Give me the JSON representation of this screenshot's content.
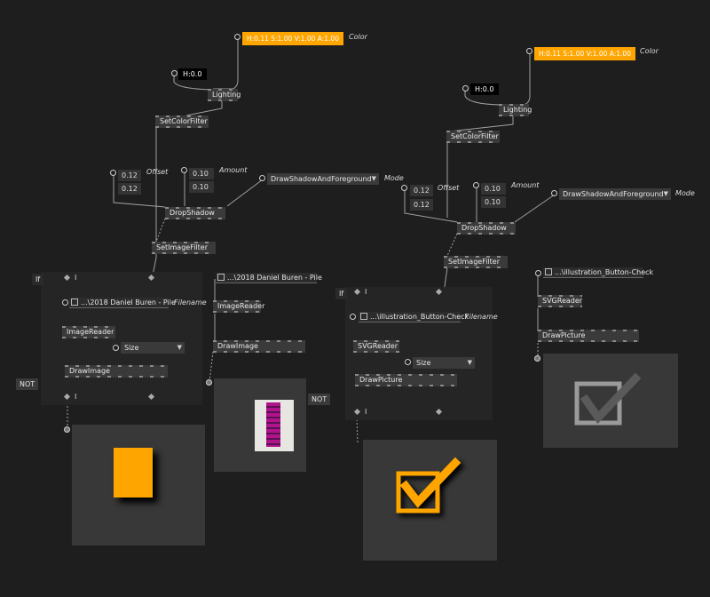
{
  "left": {
    "color_value": "H:0.11 S:1.00 V:1.00 A:1.00",
    "color_label": "Color",
    "hue_value": "H:0.0",
    "lighting": "Lighting",
    "setcolorfilter": "SetColorFilter",
    "offset_x": "0.12",
    "offset_y": "0.12",
    "offset_label": "Offset",
    "amount_x": "0.10",
    "amount_y": "0.10",
    "amount_label": "Amount",
    "mode_value": "DrawShadowAndForeground",
    "mode_label": "Mode",
    "dropshadow": "DropShadow",
    "setimagefilter": "SetImageFilter",
    "if_tag": "If",
    "i_label": "I",
    "i_label_bottom": "I",
    "filename_value": "...\\2018 Daniel Buren - Pile",
    "filename_label": "Filename",
    "imagereader": "ImageReader",
    "size_value": "Size",
    "drawimage": "DrawImage",
    "not_tag": "NOT",
    "else_filename": "...\\2018 Daniel Buren - Pile",
    "else_imagereader": "ImageReader",
    "else_drawimage": "DrawImage",
    "else_not": "NOT"
  },
  "right": {
    "color_value": "H:0.11 S:1.00 V:1.00 A:1.00",
    "color_label": "Color",
    "hue_value": "H:0.0",
    "lighting": "Lighting",
    "setcolorfilter": "SetColorFilter",
    "offset_x": "0.12",
    "offset_y": "0.12",
    "offset_label": "Offset",
    "amount_x": "0.10",
    "amount_y": "0.10",
    "amount_label": "Amount",
    "mode_value": "DrawShadowAndForeground",
    "mode_label": "Mode",
    "dropshadow": "DropShadow",
    "setimagefilter": "SetImageFilter",
    "if_tag": "If",
    "i_label": "I",
    "i_label_bottom": "I",
    "filename_value": "...\\illustration_Button-Check",
    "filename_label": "Filename",
    "svgreader": "SVGReader",
    "size_value": "Size",
    "drawpicture": "DrawPicture",
    "else_filename": "...\\illustration_Button-Check",
    "else_svgreader": "SVGReader",
    "else_drawpicture": "DrawPicture"
  },
  "colors": {
    "accent": "#ffa500",
    "background": "#1e1e1e",
    "node": "#3a3a3a"
  },
  "icons": {
    "dropdown": "triangle-down-icon",
    "check": "checkbox-check-icon"
  }
}
